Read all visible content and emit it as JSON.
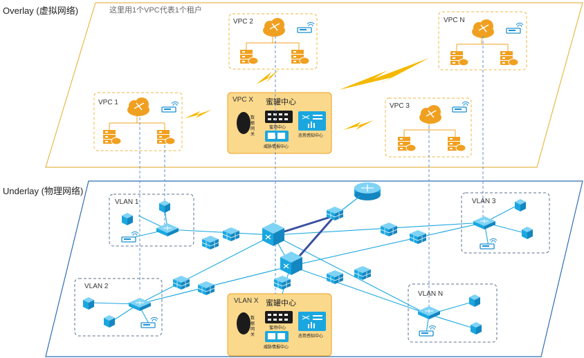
{
  "overlay": {
    "title": "Overlay (虚拟网络)",
    "note": "这里用1个VPC代表1个租户",
    "vpcs": [
      {
        "name": "VPC 1"
      },
      {
        "name": "VPC 2"
      },
      {
        "name": "VPC N"
      },
      {
        "name": "VPC 3"
      }
    ],
    "vpc_x": {
      "name": "VPC X",
      "center": "蜜罐中心",
      "gateway": "数据网关",
      "site_center": "蜜场中心",
      "intel_center": "威胁情报中心",
      "situation_center": "态势感知中心"
    }
  },
  "underlay": {
    "title": "Underlay (物理网络)",
    "vlans": [
      {
        "name": "VLAN 1"
      },
      {
        "name": "VLAN 3"
      },
      {
        "name": "VLAN 2"
      },
      {
        "name": "VLAN N"
      }
    ],
    "vlan_x": {
      "name": "VLAN X",
      "center": "蜜罐中心",
      "gateway": "数据网关",
      "site_center": "蜜场中心",
      "intel_center": "威胁情报中心",
      "situation_center": "态势感知中心"
    }
  },
  "colors": {
    "overlay_border": "#e8b84a",
    "underlay_border": "#2f6db5",
    "vpc_dash": "#f0b43c",
    "vlan_dash": "#5a6f8a",
    "orange": "#f0a020",
    "blue": "#1aa7e0",
    "dark_blue": "#3a4fa0",
    "center_fill": "#fad98c"
  }
}
